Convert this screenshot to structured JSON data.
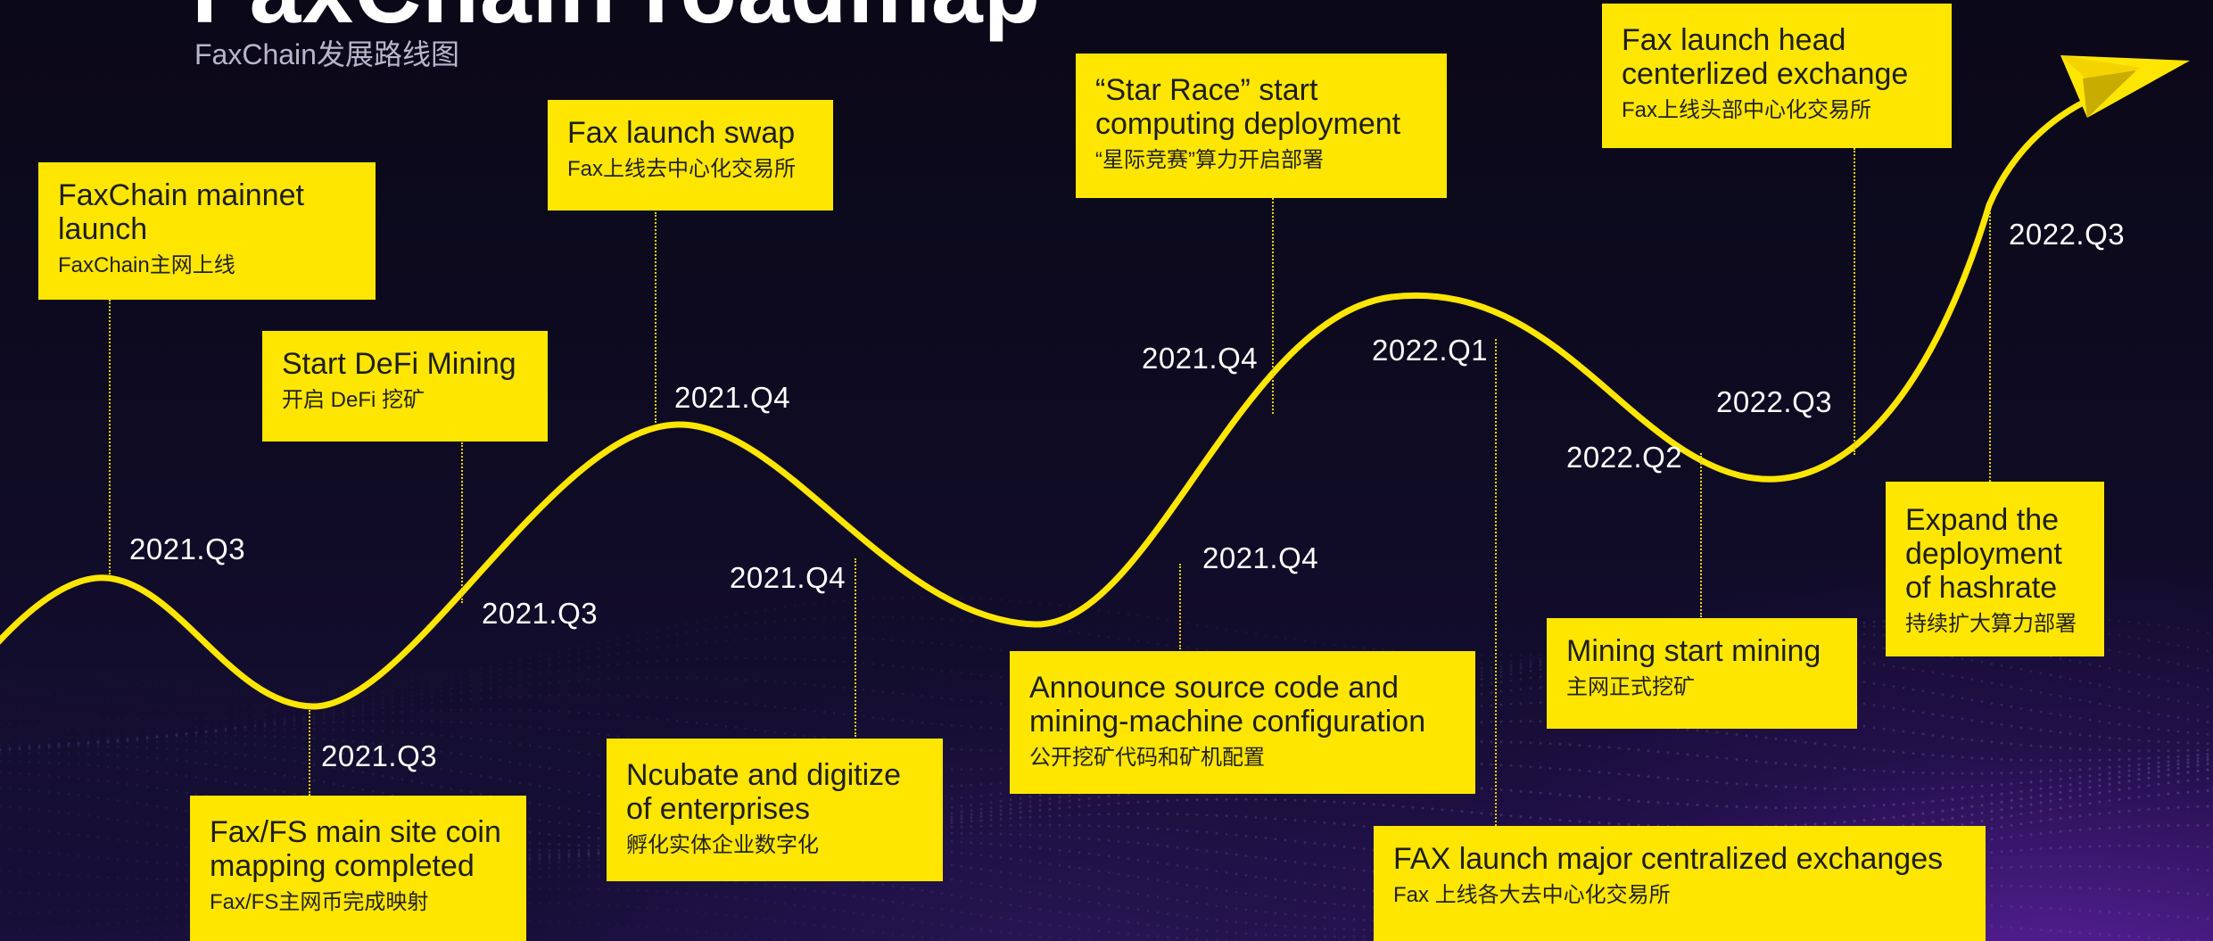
{
  "header": {
    "title": "FaxChain roadmap",
    "subtitle": "FaxChain发展路线图"
  },
  "colors": {
    "accent": "#ffe600",
    "background": "#0e0b22",
    "text": "#ffffff"
  },
  "milestones": [
    {
      "en": "FaxChain mainnet launch",
      "cn": "FaxChain主网上线",
      "date": "2021.Q3"
    },
    {
      "en": "Fax/FS main site coin mapping completed",
      "cn": "Fax/FS主网币完成映射",
      "date": "2021.Q3"
    },
    {
      "en": "Start DeFi Mining",
      "cn": "开启 DeFi 挖矿",
      "date": "2021.Q3"
    },
    {
      "en": "Fax launch swap",
      "cn": "Fax上线去中心化交易所",
      "date": "2021.Q4"
    },
    {
      "en": "Ncubate and digitize of enterprises",
      "cn": "孵化实体企业数字化",
      "date": "2021.Q4"
    },
    {
      "en": "Announce source code and mining-machine configuration",
      "cn": "公开挖矿代码和矿机配置",
      "date": "2021.Q4"
    },
    {
      "en": "“Star Race” start computing deployment",
      "cn": "“星际竞赛”算力开启部署",
      "date": "2021.Q4"
    },
    {
      "en": "FAX launch major centralized exchanges",
      "cn": "Fax 上线各大去中心化交易所",
      "date": "2022.Q1"
    },
    {
      "en": "Mining start mining",
      "cn": "主网正式挖矿",
      "date": "2022.Q2"
    },
    {
      "en": "Fax launch head centerlized exchange",
      "cn": "Fax上线头部中心化交易所",
      "date": "2022.Q3"
    },
    {
      "en": "Expand the deployment of hashrate",
      "cn": "持续扩大算力部署",
      "date": "2022.Q3"
    }
  ],
  "icons": {
    "arrow": "paper-plane-icon"
  }
}
